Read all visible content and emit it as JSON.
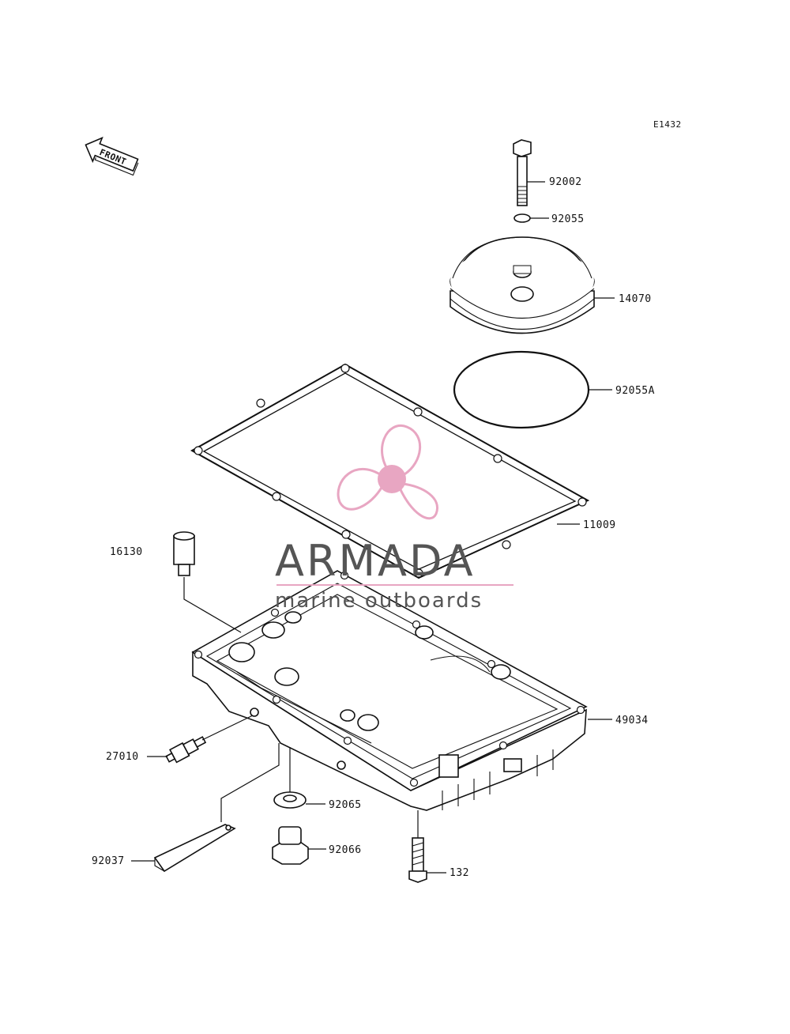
{
  "figure_code": "E1432",
  "front_label": "FRONT",
  "watermark": {
    "brand": "ARMADA",
    "tagline": "marine outboards",
    "color_logo": "#e8a6c2",
    "color_text": "#555555"
  },
  "callouts": [
    {
      "id": "c-92002",
      "text": "92002"
    },
    {
      "id": "c-92055",
      "text": "92055"
    },
    {
      "id": "c-14070",
      "text": "14070"
    },
    {
      "id": "c-92055A",
      "text": "92055A"
    },
    {
      "id": "c-11009",
      "text": "11009"
    },
    {
      "id": "c-16130",
      "text": "16130"
    },
    {
      "id": "c-49034",
      "text": "49034"
    },
    {
      "id": "c-27010",
      "text": "27010"
    },
    {
      "id": "c-92065",
      "text": "92065"
    },
    {
      "id": "c-92066",
      "text": "92066"
    },
    {
      "id": "c-92037",
      "text": "92037"
    },
    {
      "id": "c-132",
      "text": "132"
    }
  ]
}
